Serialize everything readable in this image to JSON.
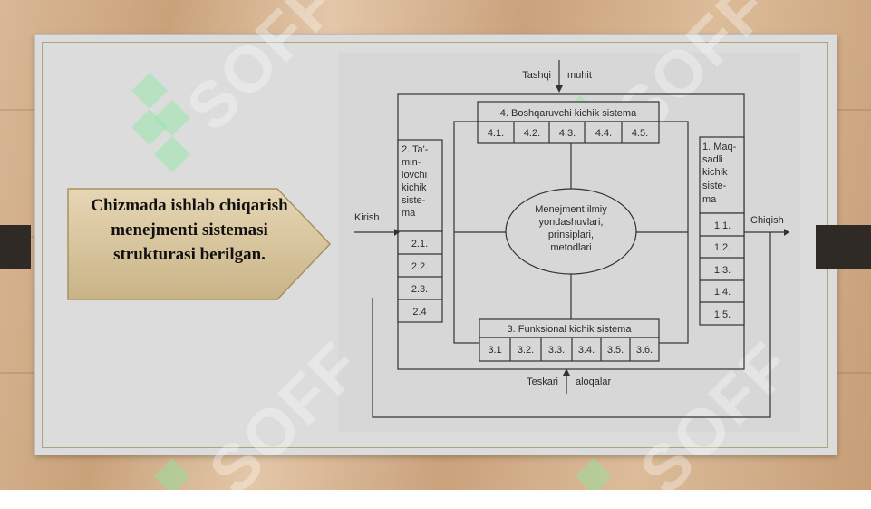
{
  "slide": {
    "callout_text": "Chizmada  ishlab chiqarish  menejmenti sistemasi  strukturasi berilgan."
  },
  "watermark": {
    "text": "SOFF",
    "icon": "leaf-logo-icon"
  },
  "diagram": {
    "top_arrow_left": "Tashqi",
    "top_arrow_right": "muhit",
    "bottom_arrow_left": "Teskari",
    "bottom_arrow_right": "aloqalar",
    "input_label": "Kirish",
    "output_label": "Chiqish",
    "management_box": {
      "title": "4. Boshqaruvchi kichik sistema",
      "cells": [
        "4.1.",
        "4.2.",
        "4.3.",
        "4.4.",
        "4.5."
      ]
    },
    "functional_box": {
      "title": "3. Funksional kichik sistema",
      "cells": [
        "3.1",
        "3.2.",
        "3.3.",
        "3.4.",
        "3.5.",
        "3.6."
      ]
    },
    "left_box": {
      "title_lines": [
        "2. Ta'-",
        "min-",
        "lovchi",
        "kichik",
        "siste-",
        "ma"
      ],
      "cells": [
        "2.1.",
        "2.2.",
        "2.3.",
        "2.4"
      ]
    },
    "right_box": {
      "title_lines": [
        "1. Maq-",
        "sadli",
        "kichik",
        "siste-",
        "ma"
      ],
      "cells": [
        "1.1.",
        "1.2.",
        "1.3.",
        "1.4.",
        "1.5."
      ]
    },
    "center_ellipse_lines": [
      "Menejment ilmiy",
      "yondashuvlari,",
      "prinsiplari,",
      "metodlari"
    ]
  }
}
